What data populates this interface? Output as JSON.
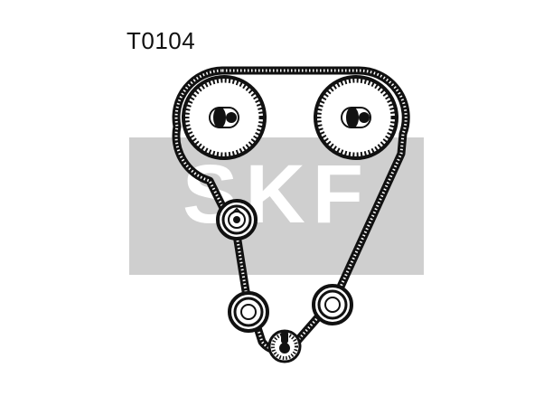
{
  "part_code": "T0104",
  "logo": {
    "text": "SKF",
    "background_color": "#cfcfcf",
    "letter_color": "#ffffff"
  },
  "diagram": {
    "belt_color": "#111111",
    "components": [
      "camshaft-sprocket-left",
      "camshaft-sprocket-right",
      "tensioner-pulley",
      "idler-pulley-left",
      "idler-pulley-right",
      "crankshaft-sprocket"
    ]
  }
}
